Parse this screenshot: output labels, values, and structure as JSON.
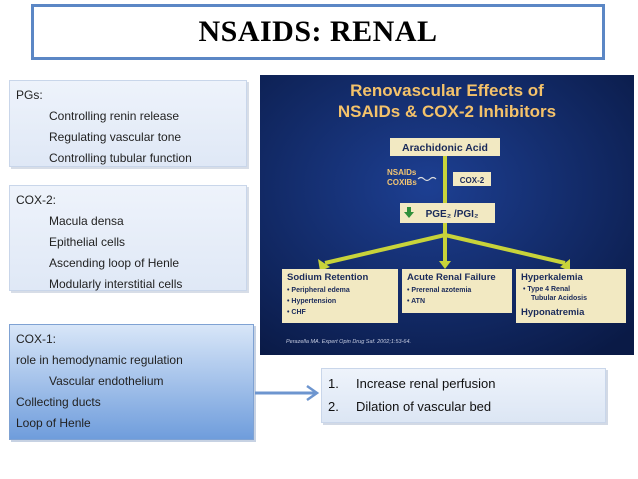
{
  "title": "NSAIDS: RENAL",
  "pgs": {
    "heading": "PGs:",
    "items": [
      "Controlling renin release",
      "Regulating vascular tone",
      "Controlling tubular function"
    ]
  },
  "cox2": {
    "heading": "COX-2:",
    "items": [
      "Macula densa",
      "Epithelial cells",
      "Ascending loop of Henle",
      "Modularly interstitial cells"
    ]
  },
  "cox1": {
    "heading": "COX-1:",
    "line1": "role in hemodynamic regulation",
    "indented": "Vascular endothelium",
    "line3": "Collecting ducts",
    "line4": "Loop of Henle"
  },
  "effects_list": [
    {
      "num": "1.",
      "text": "Increase renal perfusion"
    },
    {
      "num": "2.",
      "text": "Dilation of vascular bed"
    }
  ],
  "slide": {
    "title1": "Renovascular Effects of",
    "title2": "NSAIDs & COX-2 Inhibitors",
    "arachidonic": "Arachidonic Acid",
    "nsaids": "NSAIDs",
    "coxibs": "COXIBs",
    "cox2": "COX-2",
    "pge": "PGE₂ /PGI₂",
    "box1_title": "Sodium Retention",
    "box1_items": [
      "• Peripheral edema",
      "• Hypertension",
      "• CHF"
    ],
    "box2_title": "Acute Renal Failure",
    "box2_items": [
      "• Prerenal azotemia",
      "• ATN"
    ],
    "box3_title": "Hyperkalemia",
    "box3_items": [
      "• Type 4 Renal",
      "Tubular Acidosis"
    ],
    "box3_extra": "Hyponatremia",
    "citation": "Perazella MA. Expert Opin Drug Saf. 2002;1:53-64.",
    "colors": {
      "background": "#0e2561",
      "title": "#f4c26a",
      "box": "#f2e9c2",
      "arrow": "#c8d33a"
    }
  }
}
